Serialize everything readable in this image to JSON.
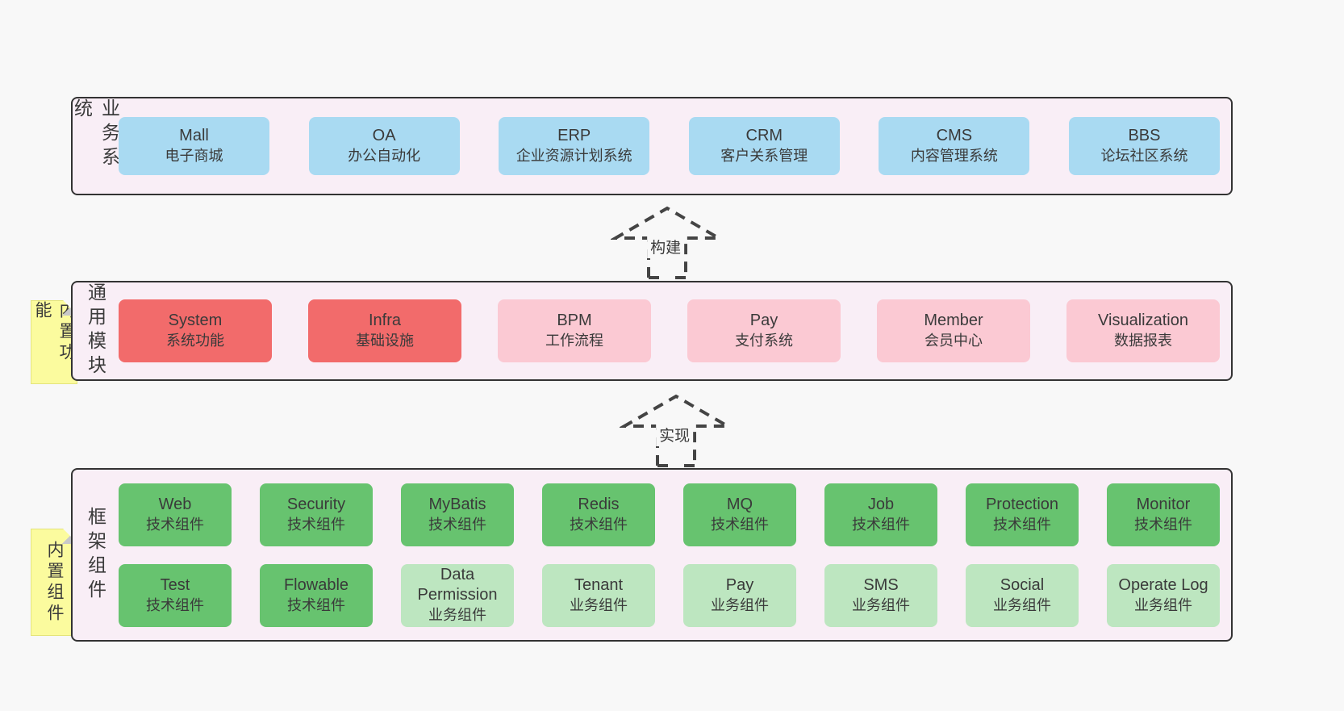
{
  "colors": {
    "page_bg": "#f8f8f8",
    "panel_bg": "#f9eef6",
    "panel_border": "#333333",
    "blue": "#a9daf2",
    "red": "#f26b6b",
    "pink": "#fbc9d3",
    "green": "#67c36f",
    "green_light": "#bde6c0",
    "sticky_bg": "#fbfb9e",
    "sticky_fold": "#c8c8c8",
    "text": "#3a3a3a",
    "arrow": "#444444"
  },
  "arrows": [
    {
      "label": "构建"
    },
    {
      "label": "实现"
    }
  ],
  "layers": [
    {
      "side_label": "业务系统",
      "sticky": null,
      "rows": [
        [
          {
            "title": "Mall",
            "subtitle": "电子商城",
            "variant": "blue"
          },
          {
            "title": "OA",
            "subtitle": "办公自动化",
            "variant": "blue"
          },
          {
            "title": "ERP",
            "subtitle": "企业资源计划系统",
            "variant": "blue"
          },
          {
            "title": "CRM",
            "subtitle": "客户关系管理",
            "variant": "blue"
          },
          {
            "title": "CMS",
            "subtitle": "内容管理系统",
            "variant": "blue"
          },
          {
            "title": "BBS",
            "subtitle": "论坛社区系统",
            "variant": "blue"
          }
        ]
      ]
    },
    {
      "side_label": "通用模块",
      "sticky": "内置功能",
      "rows": [
        [
          {
            "title": "System",
            "subtitle": "系统功能",
            "variant": "red"
          },
          {
            "title": "Infra",
            "subtitle": "基础设施",
            "variant": "red"
          },
          {
            "title": "BPM",
            "subtitle": "工作流程",
            "variant": "pink"
          },
          {
            "title": "Pay",
            "subtitle": "支付系统",
            "variant": "pink"
          },
          {
            "title": "Member",
            "subtitle": "会员中心",
            "variant": "pink"
          },
          {
            "title": "Visualization",
            "subtitle": "数据报表",
            "variant": "pink"
          }
        ]
      ]
    },
    {
      "side_label": "框架组件",
      "sticky": "内置组件",
      "rows": [
        [
          {
            "title": "Web",
            "subtitle": "技术组件",
            "variant": "green"
          },
          {
            "title": "Security",
            "subtitle": "技术组件",
            "variant": "green"
          },
          {
            "title": "MyBatis",
            "subtitle": "技术组件",
            "variant": "green"
          },
          {
            "title": "Redis",
            "subtitle": "技术组件",
            "variant": "green"
          },
          {
            "title": "MQ",
            "subtitle": "技术组件",
            "variant": "green"
          },
          {
            "title": "Job",
            "subtitle": "技术组件",
            "variant": "green"
          },
          {
            "title": "Protection",
            "subtitle": "技术组件",
            "variant": "green"
          },
          {
            "title": "Monitor",
            "subtitle": "技术组件",
            "variant": "green"
          }
        ],
        [
          {
            "title": "Test",
            "subtitle": "技术组件",
            "variant": "green"
          },
          {
            "title": "Flowable",
            "subtitle": "技术组件",
            "variant": "green"
          },
          {
            "title": "Data Permission",
            "subtitle": "业务组件",
            "variant": "green_light"
          },
          {
            "title": "Tenant",
            "subtitle": "业务组件",
            "variant": "green_light"
          },
          {
            "title": "Pay",
            "subtitle": "业务组件",
            "variant": "green_light"
          },
          {
            "title": "SMS",
            "subtitle": "业务组件",
            "variant": "green_light"
          },
          {
            "title": "Social",
            "subtitle": "业务组件",
            "variant": "green_light"
          },
          {
            "title": "Operate Log",
            "subtitle": "业务组件",
            "variant": "green_light"
          }
        ]
      ]
    }
  ]
}
